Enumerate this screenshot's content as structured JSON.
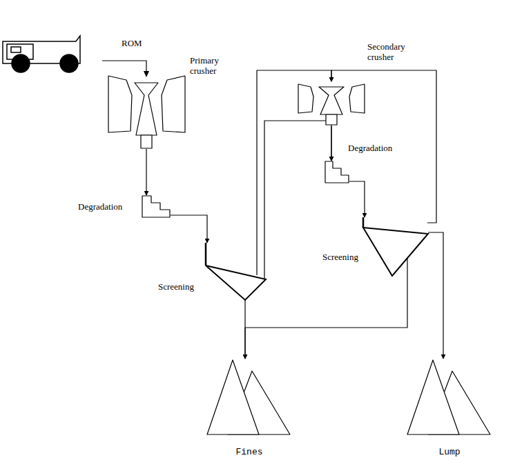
{
  "diagram": {
    "nodes": [
      {
        "text": [
          "Primary crusher"
        ]
      },
      {
        "text": [
          "Degradation"
        ]
      },
      {
        "text": [
          "Screening"
        ]
      },
      {
        "text": [
          "Secondary crusher"
        ]
      },
      {
        "text": [
          "Degradation"
        ]
      },
      {
        "text": [
          "Screening"
        ]
      },
      {
        "text": [
          "Fines"
        ]
      },
      {
        "text": [
          "Lump"
        ]
      }
    ],
    "edges": [
      {
        "from": 0,
        "to": 1,
        "arrow": "to"
      },
      {
        "from": 1,
        "to": 2,
        "arrow": "to"
      },
      {
        "from": 2,
        "to": 3,
        "arrow": "to"
      },
      {
        "from": 2,
        "to": 4,
        "arrow": "to"
      },
      {
        "from": 3,
        "to": 4,
        "arrow": "to"
      },
      {
        "from": 4,
        "to": 5,
        "arrow": "to"
      },
      {
        "from": 5,
        "to": 3,
        "arrow": "to"
      },
      {
        "from": 5,
        "to": 7,
        "arrow": "to"
      },
      {
        "from": 2,
        "to": 6,
        "arrow": "to"
      },
      {
        "from": 5,
        "to": 6,
        "arrow": "to"
      }
    ],
    "labels": [
      "ROM"
    ]
  }
}
